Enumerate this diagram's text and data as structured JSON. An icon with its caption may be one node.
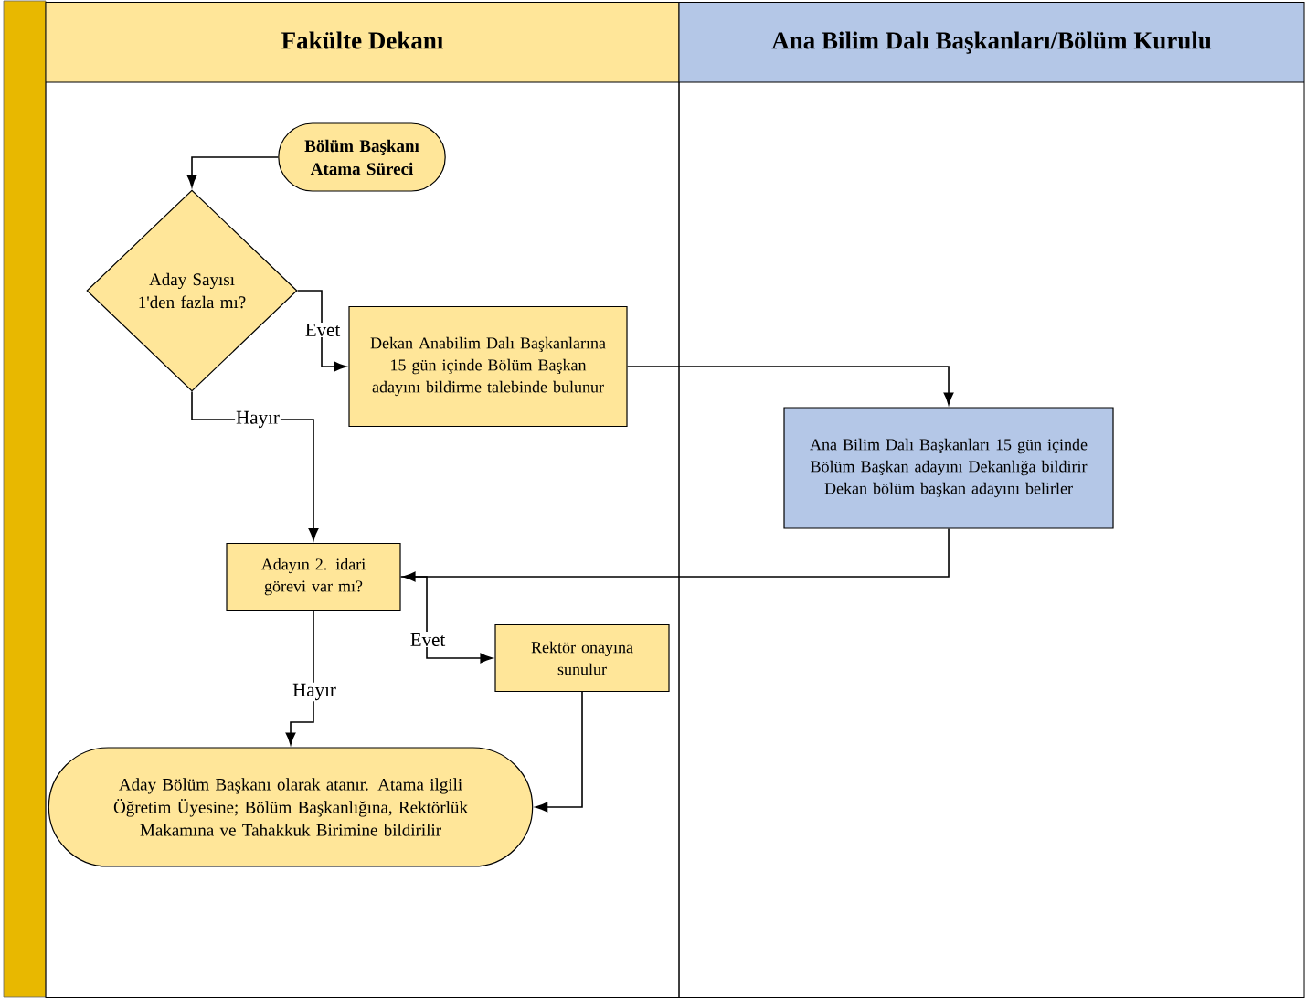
{
  "diagram": {
    "nodes": [
      {
        "text": [
          "Fakülte Dekanı"
        ]
      },
      {
        "text": [
          "Ana Bilim Dalı Başkanları/Bölüm Kurulu"
        ]
      },
      {
        "text": [
          "Bölüm Başkanı Atama Süreci"
        ],
        "in": 0
      },
      {
        "text": [
          "Aday Sayısı 1'den fazla mı?"
        ],
        "in": 0
      },
      {
        "text": [
          "Dekan Anabilim Dalı Başkanlarına 15 gün içinde Bölüm Başkan adayını bildirme talebinde bulunur"
        ],
        "in": 0
      },
      {
        "text": [
          "Ana Bilim Dalı Başkanları 15 gün içinde Bölüm Başkan adayını Dekanlığa bildirir Dekan bölüm başkan adayını belirler"
        ],
        "in": 1
      },
      {
        "text": [
          "Adayın 2. idari görevi var mı?"
        ],
        "in": 0
      },
      {
        "text": [
          "Rektör onayına sunulur"
        ],
        "in": 0
      },
      {
        "text": [
          "Aday Bölüm Başkanı olarak atanır. Atama ilgili Öğretim Üyesine; Bölüm Başkanlığına, Rektörlük Makamına ve Tahakkuk Birimine bildirilir"
        ],
        "in": 0
      }
    ],
    "edges": [
      {
        "from": 2,
        "to": 3,
        "arrow": "to"
      },
      {
        "from": 3,
        "to": 4,
        "arrow": "to",
        "label": "Evet"
      },
      {
        "from": 3,
        "to": 6,
        "arrow": "to",
        "label": "Hayır"
      },
      {
        "from": 4,
        "to": 5,
        "arrow": "to"
      },
      {
        "from": 5,
        "to": 6,
        "arrow": "to"
      },
      {
        "from": 6,
        "to": 7,
        "arrow": "to",
        "label": "Evet"
      },
      {
        "from": 6,
        "to": 8,
        "arrow": "to",
        "label": "Hayır"
      },
      {
        "from": 7,
        "to": 8,
        "arrow": "to"
      }
    ]
  }
}
